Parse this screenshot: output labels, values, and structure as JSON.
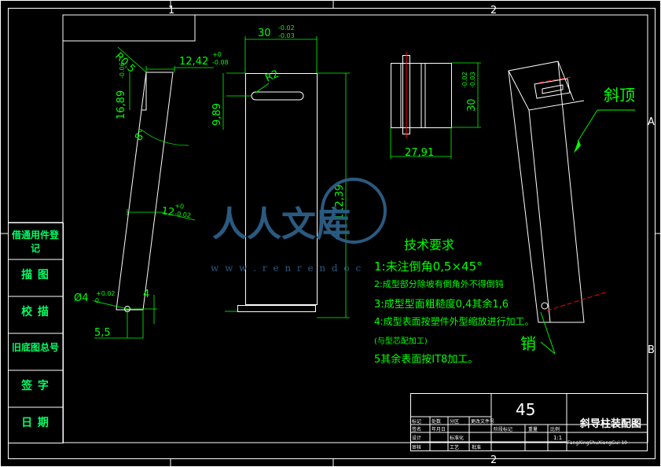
{
  "zones": {
    "col1": "1",
    "col2": "2",
    "rowA": "A",
    "rowB": "B"
  },
  "side_table": [
    "借通用件登记",
    "描 图",
    "校 描",
    "旧底图总号",
    "签 字",
    "日 期"
  ],
  "dims": {
    "r05": "R0.5",
    "w1242": "12,42",
    "w1242_up": "+0",
    "w1242_lo": "-0.08",
    "h1689": "16,89",
    "h1689_up": "-0.06",
    "ang": "8°",
    "w12": "12",
    "w12_up": "+0",
    "w12_lo": "-0.02",
    "d4": "Ø4",
    "d4_up": "+0.02",
    "d4_lo": "-0",
    "h4": "4",
    "w55": "5,5",
    "w30": "30",
    "w30_up": "-0.02",
    "w30_lo": "-0.03",
    "r2": "R2",
    "h989": "9,89",
    "h11239": "112,39",
    "w2791": "27,91",
    "h30": "30",
    "h30_up": "-0.02",
    "h30_lo": "-0.03"
  },
  "labels": {
    "lifter": "斜顶",
    "pin": "销"
  },
  "notes": {
    "title": "技术要求",
    "items": [
      "1:未注倒角0,5×45°",
      "2:成型部分除坡有倒角外不得倒钝",
      "3:成型型面粗糙度0,4其余1,6",
      "4:成型表面按塑件外型缩放进行加工。",
      "(与型芯配加工)",
      "5其余表面按IT8加工。"
    ]
  },
  "watermark": {
    "text": "人人文库",
    "url": "w w w . r e n r e n d o c"
  },
  "title_block": {
    "material": "45",
    "title": "斜导柱装配图",
    "subtitle": "FangXingShuXiangGui-10",
    "scale": "1:1",
    "small_labels": [
      "标记",
      "处数",
      "分区",
      "更改文件号",
      "签名",
      "年月日",
      "阶段标记",
      "重量",
      "比例",
      "设计",
      "标准化",
      "审核",
      "工艺",
      "批准"
    ]
  },
  "colors": {
    "frame": "#ffffff",
    "dim": "#00ff00",
    "side_text": "#00ff66",
    "watermark": "#2a5a80"
  }
}
